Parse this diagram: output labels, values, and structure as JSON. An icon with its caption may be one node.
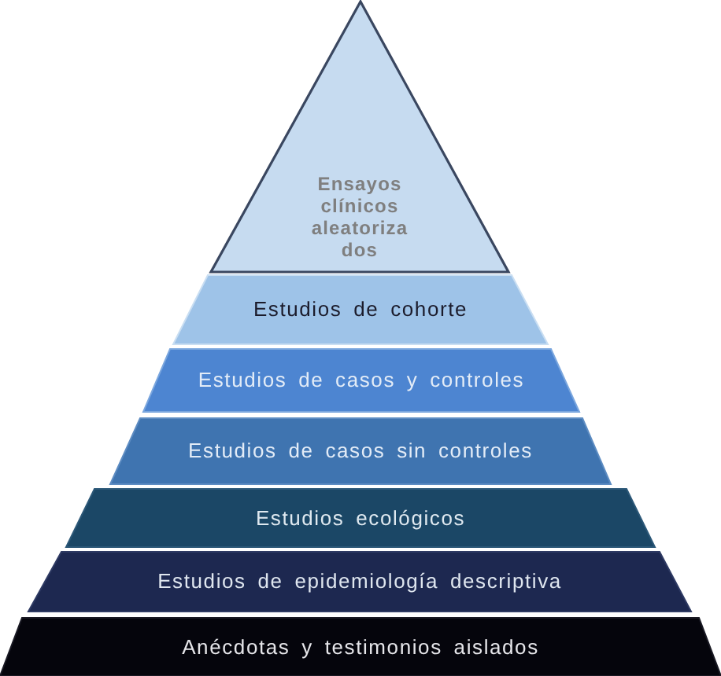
{
  "diagram": {
    "nodes": [
      {
        "text": [
          "Ensayos clínicos aleatorizados"
        ]
      },
      {
        "text": [
          "Estudios de cohorte"
        ]
      },
      {
        "text": [
          "Estudios de casos y controles"
        ]
      },
      {
        "text": [
          "Estudios de casos sin controles"
        ]
      },
      {
        "text": [
          "Estudios ecológicos"
        ]
      },
      {
        "text": [
          "Estudios de epidemiología descriptiva"
        ]
      },
      {
        "text": [
          "Anécdotas y testimonios aislados"
        ]
      }
    ]
  }
}
